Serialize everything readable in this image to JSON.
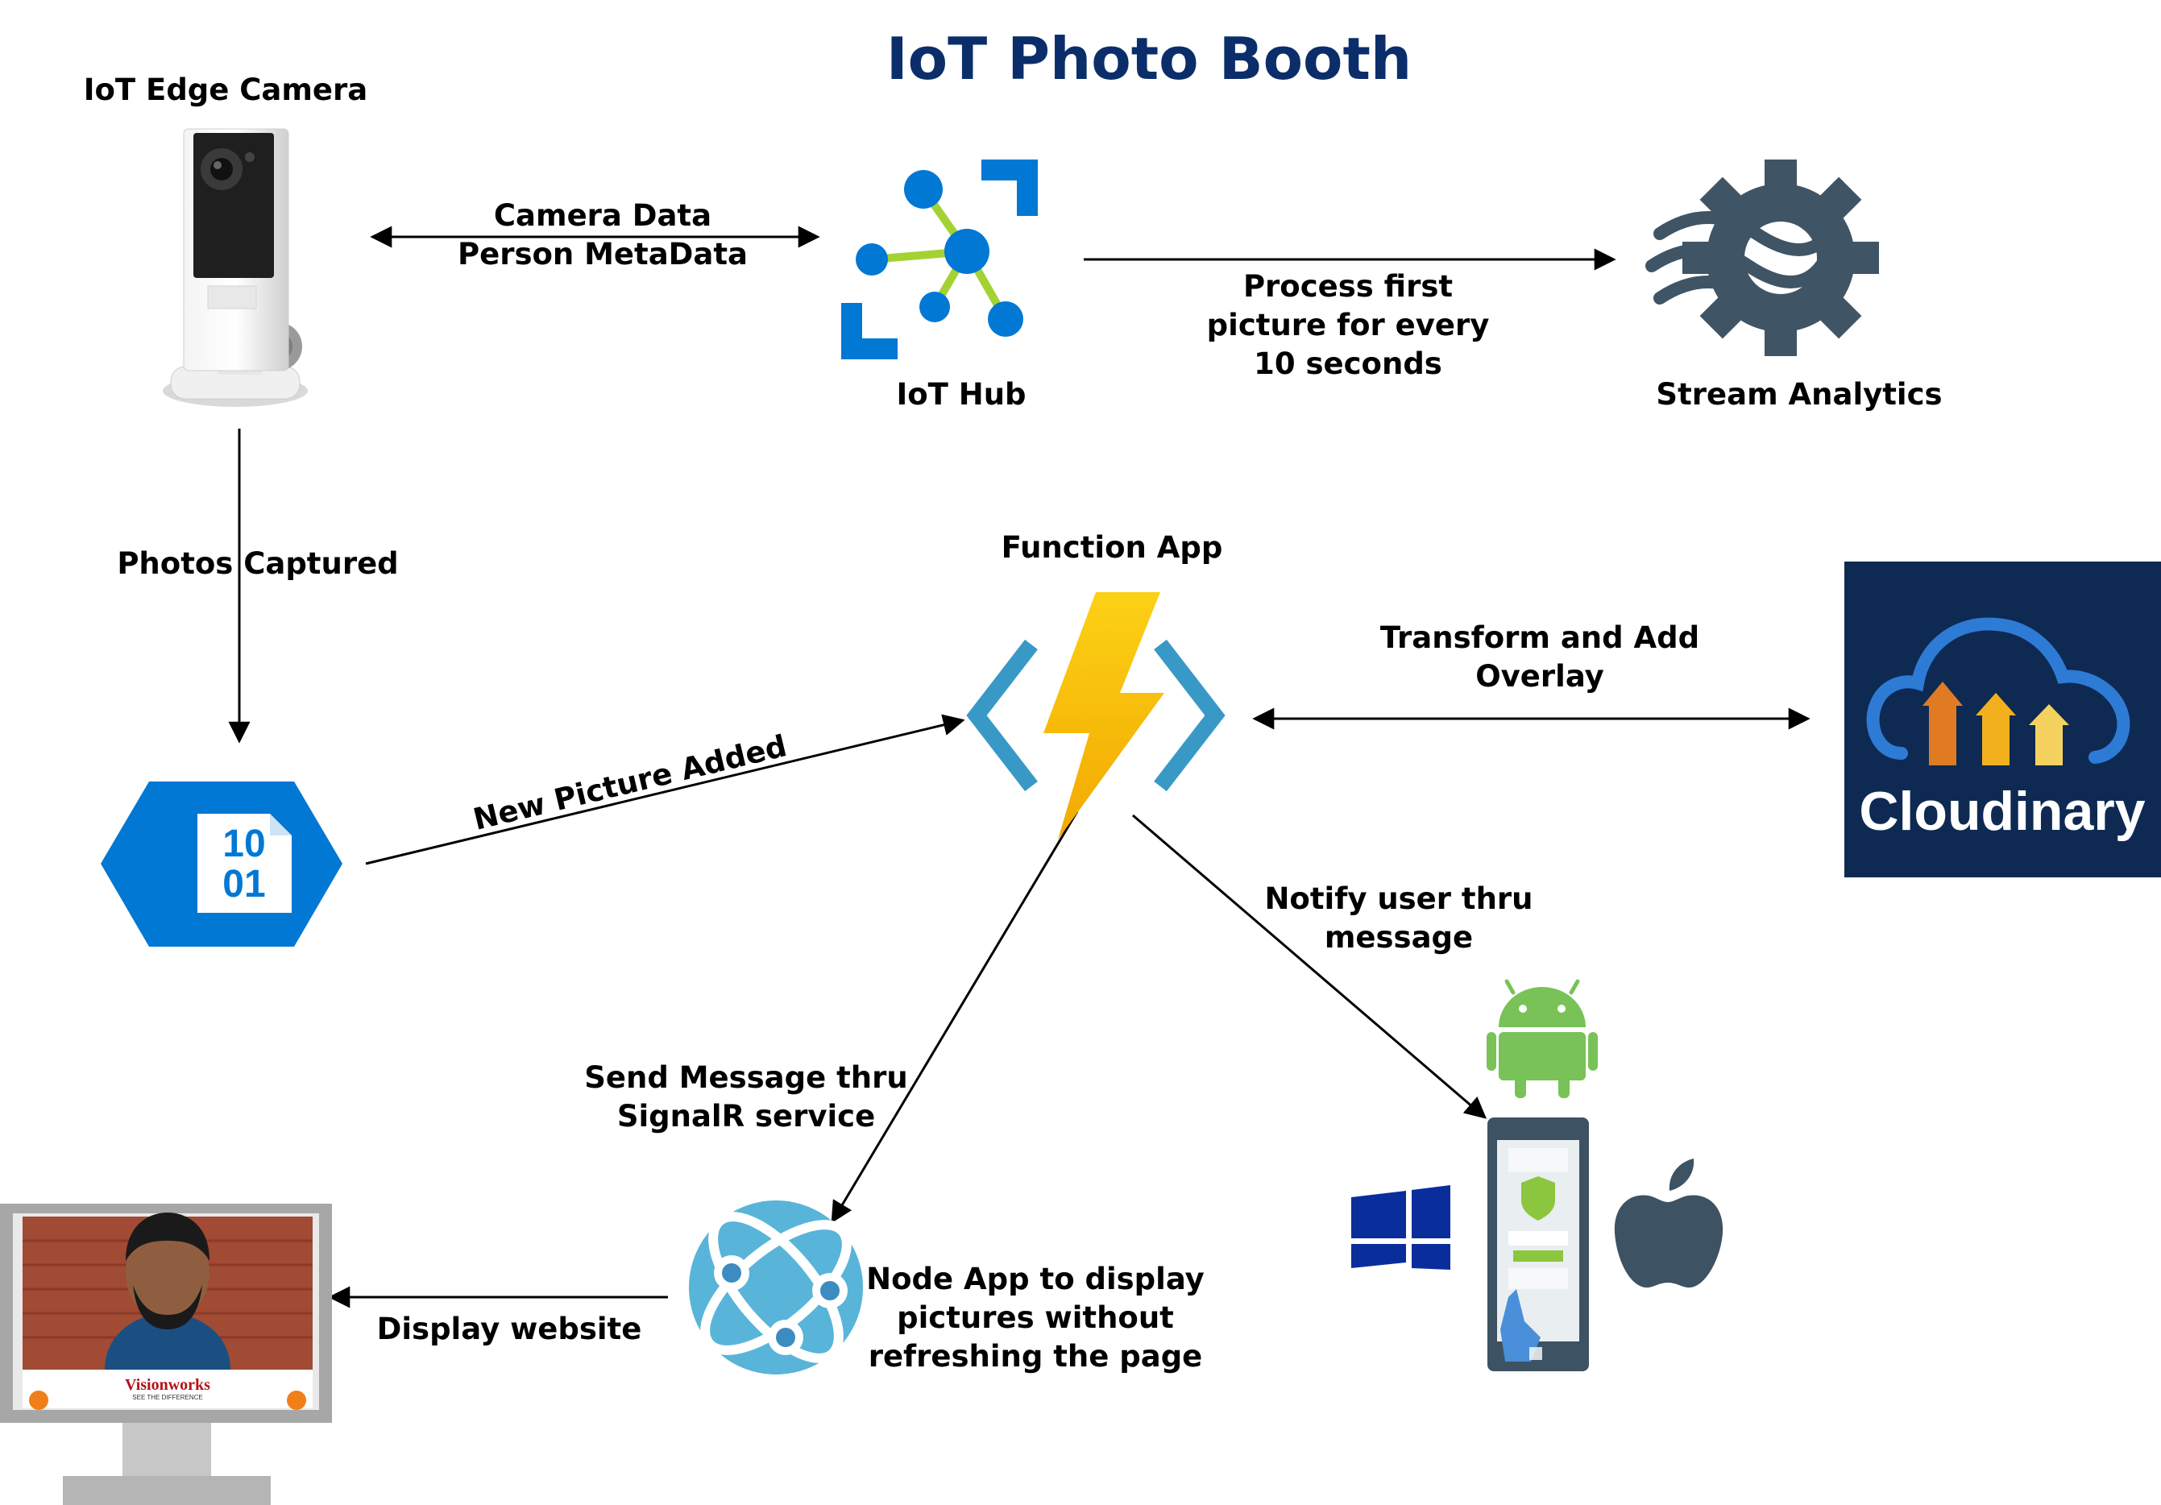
{
  "title": "IoT Photo Booth",
  "nodes": {
    "camera": {
      "label": "IoT Edge Camera"
    },
    "iot_hub": {
      "label": "IoT Hub"
    },
    "stream_analytics": {
      "label": "Stream Analytics"
    },
    "function_app": {
      "label": "Function App"
    },
    "cloudinary": {
      "logo_text": "Cloudinary"
    },
    "blob_storage": {
      "icon_text_line1": "10",
      "icon_text_line2": "01"
    },
    "website_monitor": {
      "logo_text": "Visionworks",
      "tagline": "SEE THE DIFFERENCE"
    },
    "node_app": {
      "label_lines": [
        "Node App to display",
        "pictures without",
        "refreshing the page"
      ]
    }
  },
  "edges": {
    "camera_hub": {
      "lines": [
        "Camera Data",
        "Person MetaData"
      ]
    },
    "hub_stream": {
      "lines": [
        "Process first",
        "picture for every",
        "10 seconds"
      ]
    },
    "camera_blob": {
      "label": "Photos Captured"
    },
    "blob_function": {
      "label": "New Picture Added"
    },
    "function_cloudinary": {
      "lines": [
        "Transform and Add",
        "Overlay"
      ]
    },
    "function_mobile": {
      "lines": [
        "Notify user thru",
        "message"
      ]
    },
    "function_webapp": {
      "lines": [
        "Send Message thru",
        "SignalR service"
      ]
    },
    "webapp_monitor": {
      "label": "Display website"
    }
  },
  "colors": {
    "title": "#0b2e6b",
    "azure_blue": "#0078d4",
    "iot_green": "#a4d233",
    "stream_gear": "#3f5566",
    "cloudinary_bg": "#0e2a52",
    "function_yellow": "#fcd116",
    "webapp_blue": "#59b4d9",
    "android_green": "#78c257",
    "apple_gray": "#3d5263",
    "windows_blue": "#0a2d9c"
  }
}
